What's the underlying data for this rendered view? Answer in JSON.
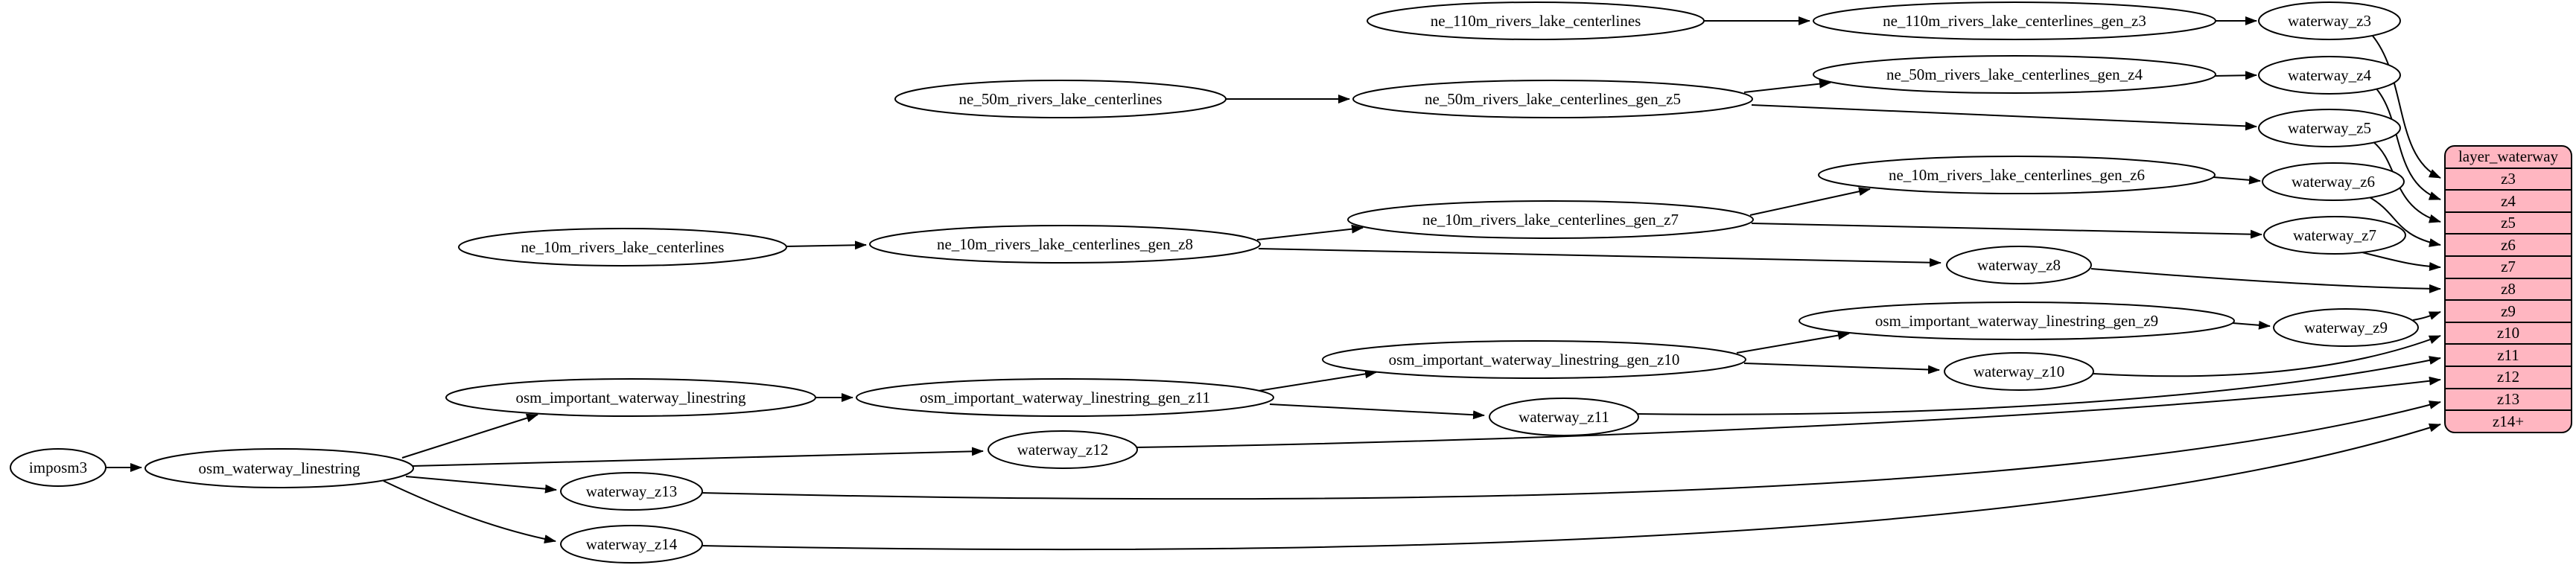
{
  "graph": {
    "colors": {
      "background": "#ffffff",
      "node_fill": "#ffffff",
      "node_stroke": "#000000",
      "edge_color": "#000000",
      "table_fill": "#ffb6c1"
    },
    "nodes": [
      {
        "id": "imposm3",
        "label": "imposm3"
      },
      {
        "id": "osm_waterway_linestring",
        "label": "osm_waterway_linestring"
      },
      {
        "id": "osm_important_waterway_linestring",
        "label": "osm_important_waterway_linestring"
      },
      {
        "id": "osm_important_waterway_linestring_gen_z11",
        "label": "osm_important_waterway_linestring_gen_z11"
      },
      {
        "id": "osm_important_waterway_linestring_gen_z10",
        "label": "osm_important_waterway_linestring_gen_z10"
      },
      {
        "id": "osm_important_waterway_linestring_gen_z9",
        "label": "osm_important_waterway_linestring_gen_z9"
      },
      {
        "id": "ne_10m_rivers_lake_centerlines",
        "label": "ne_10m_rivers_lake_centerlines"
      },
      {
        "id": "ne_10m_rivers_lake_centerlines_gen_z8",
        "label": "ne_10m_rivers_lake_centerlines_gen_z8"
      },
      {
        "id": "ne_10m_rivers_lake_centerlines_gen_z7",
        "label": "ne_10m_rivers_lake_centerlines_gen_z7"
      },
      {
        "id": "ne_10m_rivers_lake_centerlines_gen_z6",
        "label": "ne_10m_rivers_lake_centerlines_gen_z6"
      },
      {
        "id": "ne_50m_rivers_lake_centerlines",
        "label": "ne_50m_rivers_lake_centerlines"
      },
      {
        "id": "ne_50m_rivers_lake_centerlines_gen_z5",
        "label": "ne_50m_rivers_lake_centerlines_gen_z5"
      },
      {
        "id": "ne_50m_rivers_lake_centerlines_gen_z4",
        "label": "ne_50m_rivers_lake_centerlines_gen_z4"
      },
      {
        "id": "ne_110m_rivers_lake_centerlines",
        "label": "ne_110m_rivers_lake_centerlines"
      },
      {
        "id": "ne_110m_rivers_lake_centerlines_gen_z3",
        "label": "ne_110m_rivers_lake_centerlines_gen_z3"
      },
      {
        "id": "waterway_z3",
        "label": "waterway_z3"
      },
      {
        "id": "waterway_z4",
        "label": "waterway_z4"
      },
      {
        "id": "waterway_z5",
        "label": "waterway_z5"
      },
      {
        "id": "waterway_z6",
        "label": "waterway_z6"
      },
      {
        "id": "waterway_z7",
        "label": "waterway_z7"
      },
      {
        "id": "waterway_z8",
        "label": "waterway_z8"
      },
      {
        "id": "waterway_z9",
        "label": "waterway_z9"
      },
      {
        "id": "waterway_z10",
        "label": "waterway_z10"
      },
      {
        "id": "waterway_z11",
        "label": "waterway_z11"
      },
      {
        "id": "waterway_z12",
        "label": "waterway_z12"
      },
      {
        "id": "waterway_z13",
        "label": "waterway_z13"
      },
      {
        "id": "waterway_z14",
        "label": "waterway_z14"
      }
    ],
    "edges": [
      [
        "imposm3",
        "osm_waterway_linestring"
      ],
      [
        "osm_waterway_linestring",
        "osm_important_waterway_linestring"
      ],
      [
        "osm_waterway_linestring",
        "waterway_z12"
      ],
      [
        "osm_waterway_linestring",
        "waterway_z13"
      ],
      [
        "osm_waterway_linestring",
        "waterway_z14"
      ],
      [
        "osm_important_waterway_linestring",
        "osm_important_waterway_linestring_gen_z11"
      ],
      [
        "osm_important_waterway_linestring_gen_z11",
        "osm_important_waterway_linestring_gen_z10"
      ],
      [
        "osm_important_waterway_linestring_gen_z11",
        "waterway_z11"
      ],
      [
        "osm_important_waterway_linestring_gen_z10",
        "osm_important_waterway_linestring_gen_z9"
      ],
      [
        "osm_important_waterway_linestring_gen_z10",
        "waterway_z10"
      ],
      [
        "osm_important_waterway_linestring_gen_z9",
        "waterway_z9"
      ],
      [
        "ne_10m_rivers_lake_centerlines",
        "ne_10m_rivers_lake_centerlines_gen_z8"
      ],
      [
        "ne_10m_rivers_lake_centerlines_gen_z8",
        "ne_10m_rivers_lake_centerlines_gen_z7"
      ],
      [
        "ne_10m_rivers_lake_centerlines_gen_z8",
        "waterway_z8"
      ],
      [
        "ne_10m_rivers_lake_centerlines_gen_z7",
        "ne_10m_rivers_lake_centerlines_gen_z6"
      ],
      [
        "ne_10m_rivers_lake_centerlines_gen_z7",
        "waterway_z7"
      ],
      [
        "ne_10m_rivers_lake_centerlines_gen_z6",
        "waterway_z6"
      ],
      [
        "ne_50m_rivers_lake_centerlines",
        "ne_50m_rivers_lake_centerlines_gen_z5"
      ],
      [
        "ne_50m_rivers_lake_centerlines_gen_z5",
        "ne_50m_rivers_lake_centerlines_gen_z4"
      ],
      [
        "ne_50m_rivers_lake_centerlines_gen_z5",
        "waterway_z5"
      ],
      [
        "ne_50m_rivers_lake_centerlines_gen_z4",
        "waterway_z4"
      ],
      [
        "ne_110m_rivers_lake_centerlines",
        "ne_110m_rivers_lake_centerlines_gen_z3"
      ],
      [
        "ne_110m_rivers_lake_centerlines_gen_z3",
        "waterway_z3"
      ],
      [
        "waterway_z3",
        "layer_waterway.z3"
      ],
      [
        "waterway_z4",
        "layer_waterway.z4"
      ],
      [
        "waterway_z5",
        "layer_waterway.z5"
      ],
      [
        "waterway_z6",
        "layer_waterway.z6"
      ],
      [
        "waterway_z7",
        "layer_waterway.z7"
      ],
      [
        "waterway_z8",
        "layer_waterway.z8"
      ],
      [
        "waterway_z9",
        "layer_waterway.z9"
      ],
      [
        "waterway_z10",
        "layer_waterway.z10"
      ],
      [
        "waterway_z11",
        "layer_waterway.z11"
      ],
      [
        "waterway_z12",
        "layer_waterway.z12"
      ],
      [
        "waterway_z13",
        "layer_waterway.z13"
      ],
      [
        "waterway_z14",
        "layer_waterway.z14+"
      ]
    ],
    "table": {
      "title": "layer_waterway",
      "rows": [
        "z3",
        "z4",
        "z5",
        "z6",
        "z7",
        "z8",
        "z9",
        "z10",
        "z11",
        "z12",
        "z13",
        "z14+"
      ]
    }
  }
}
